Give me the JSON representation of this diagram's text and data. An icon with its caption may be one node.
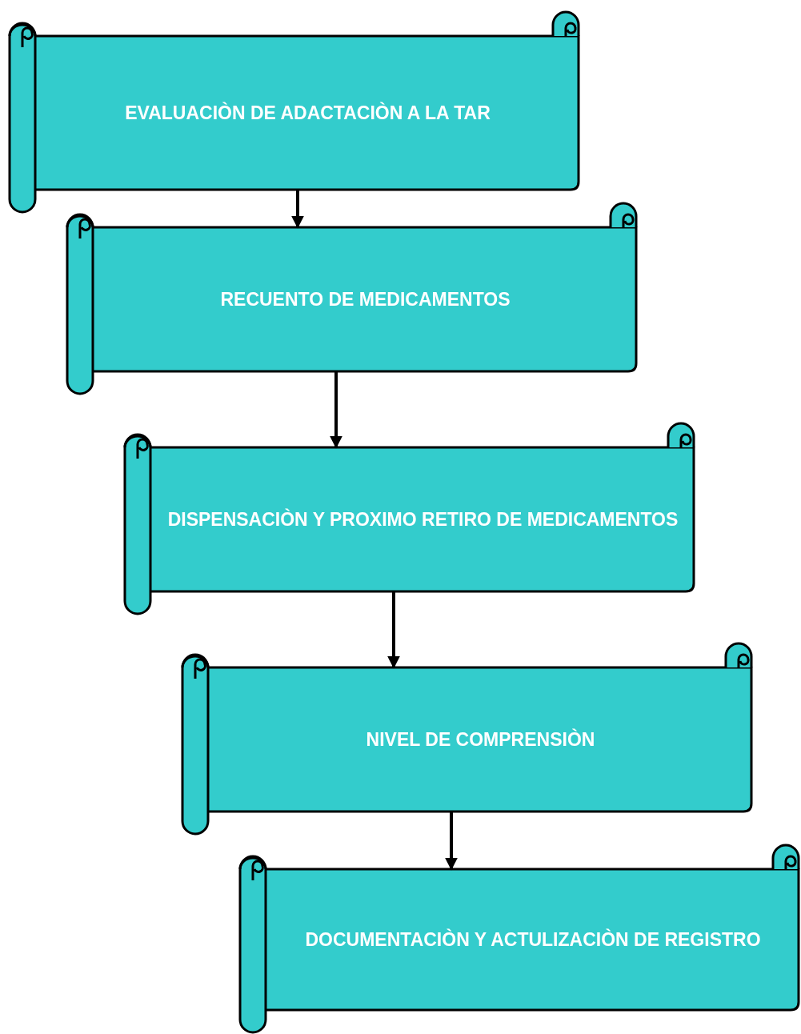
{
  "diagram": {
    "nodes": [
      {
        "text": [
          "EVALUACIÒN DE ADACTACIÒN A LA TAR"
        ]
      },
      {
        "text": [
          "RECUENTO DE MEDICAMENTOS"
        ]
      },
      {
        "text": [
          "DISPENSACIÒN Y PROXIMO RETIRO DE MEDICAMENTOS"
        ]
      },
      {
        "text": [
          "NIVEL DE COMPRENSIÒN"
        ]
      },
      {
        "text": [
          "DOCUMENTACIÒN Y ACTULIZACIÒN DE REGISTRO"
        ]
      }
    ],
    "edges": [
      {
        "from": 0,
        "to": 1,
        "arrow": "to"
      },
      {
        "from": 1,
        "to": 2,
        "arrow": "to"
      },
      {
        "from": 2,
        "to": 3,
        "arrow": "to"
      },
      {
        "from": 3,
        "to": 4,
        "arrow": "to"
      }
    ]
  }
}
